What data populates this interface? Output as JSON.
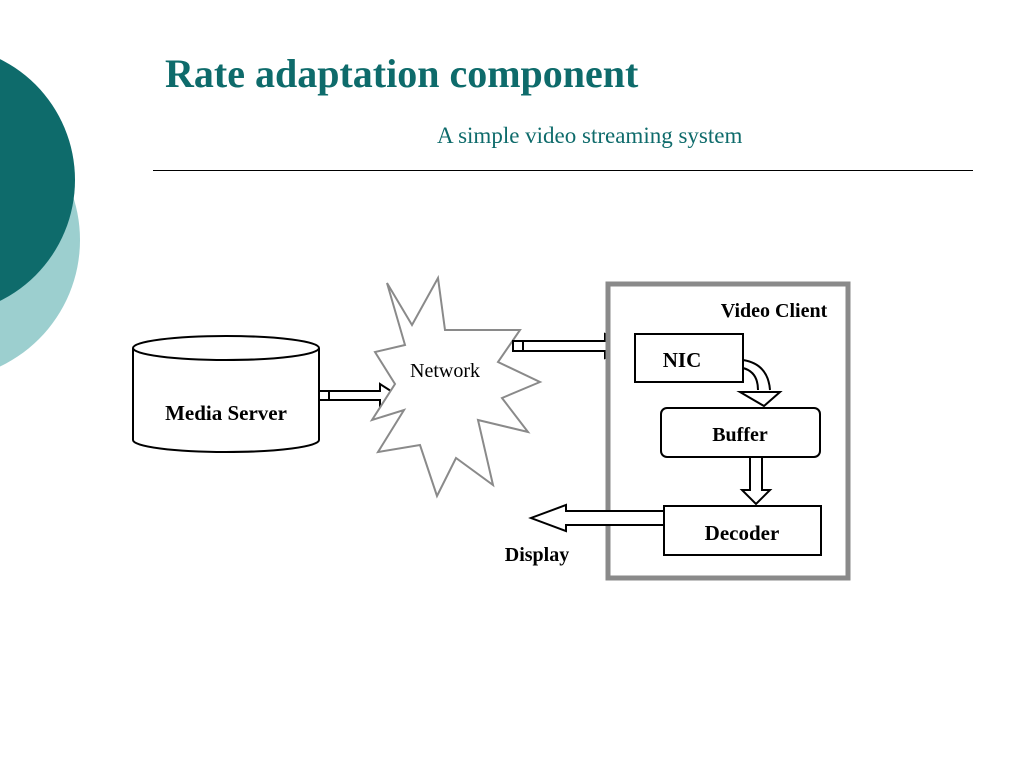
{
  "slide": {
    "title": "Rate adaptation component",
    "subtitle": "A simple video streaming system"
  },
  "diagram": {
    "nodes": {
      "media_server": "Media Server",
      "network": "Network",
      "video_client": "Video Client",
      "nic": "NIC",
      "buffer": "Buffer",
      "decoder": "Decoder",
      "display": "Display"
    }
  },
  "colors": {
    "accent": "#0e6b6b",
    "accent_light": "#9ccfcf",
    "client_border": "#8a8a8a",
    "network_stroke": "#8a8a8a"
  }
}
